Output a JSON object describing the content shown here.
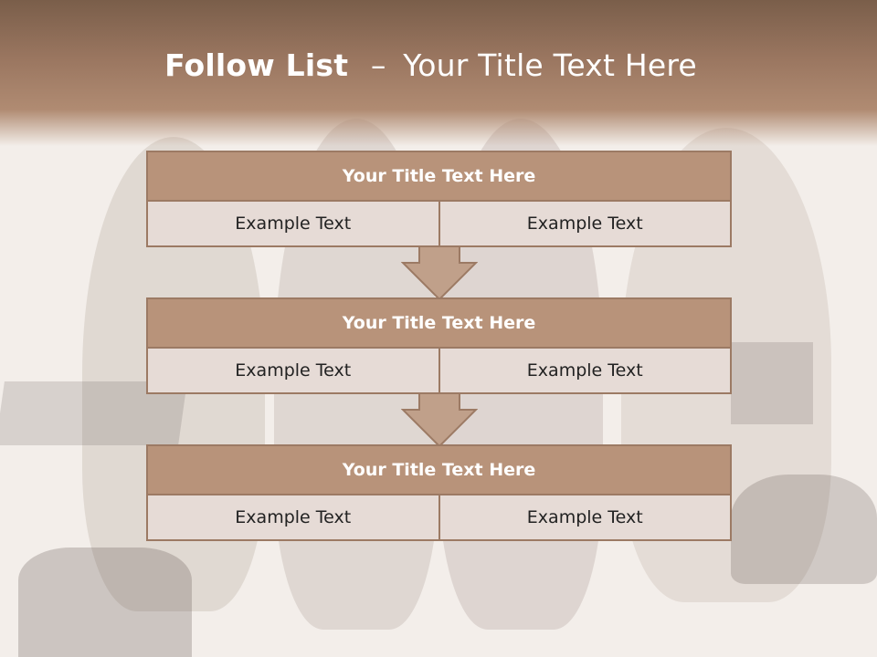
{
  "slide": {
    "title_bold": "Follow List",
    "title_dash": "–",
    "title_rest": "Your Title Text Here"
  },
  "steps": [
    {
      "title": "Your Title Text Here",
      "left": "Example Text",
      "right": "Example Text"
    },
    {
      "title": "Your Title Text Here",
      "left": "Example Text",
      "right": "Example Text"
    },
    {
      "title": "Your Title Text Here",
      "left": "Example Text",
      "right": "Example Text"
    }
  ],
  "colors": {
    "header": "#9a7660",
    "box_title": "#b8937a",
    "box_cell": "#e6dbd6",
    "border": "#9c7a64",
    "arrow": "#c0a08a"
  }
}
